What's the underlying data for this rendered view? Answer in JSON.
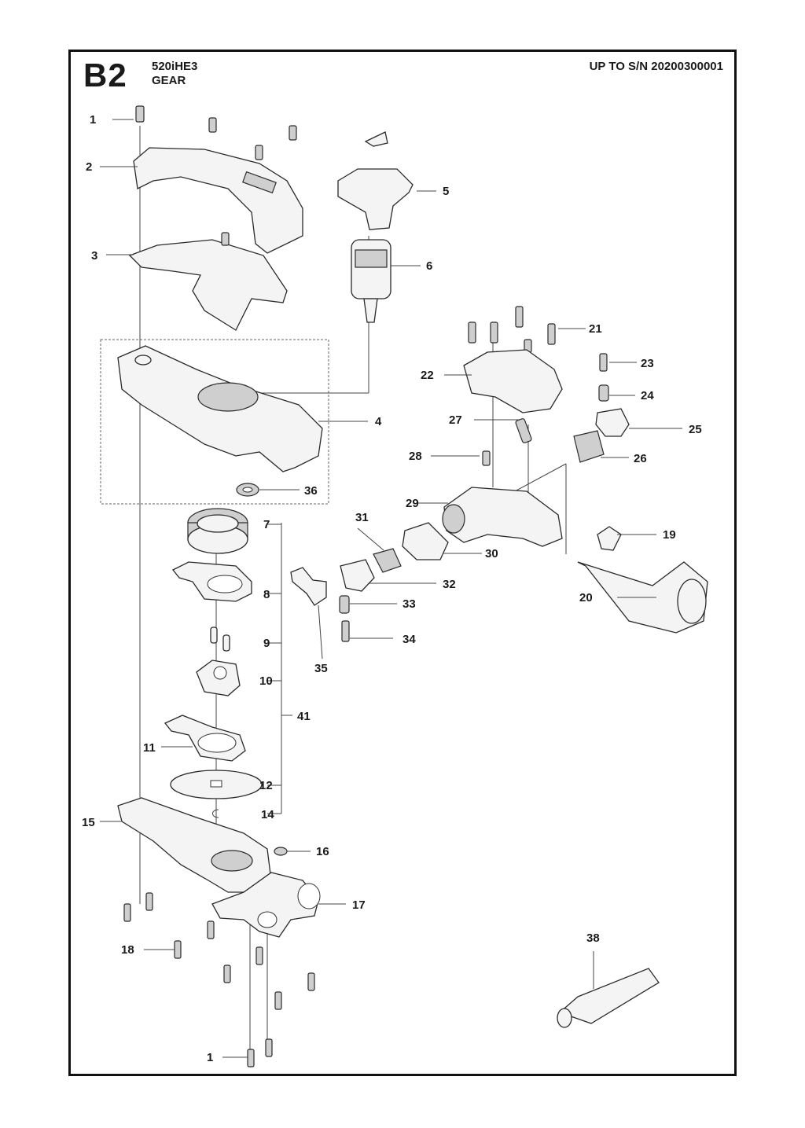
{
  "header": {
    "code": "B2",
    "model": "520iHE3",
    "section": "GEAR",
    "serial": "UP TO S/N 20200300001"
  },
  "callouts": [
    "1",
    "2",
    "3",
    "4",
    "5",
    "6",
    "7",
    "8",
    "9",
    "10",
    "11",
    "12",
    "14",
    "15",
    "16",
    "17",
    "18",
    "19",
    "20",
    "21",
    "22",
    "23",
    "24",
    "25",
    "26",
    "27",
    "28",
    "29",
    "30",
    "31",
    "32",
    "33",
    "34",
    "35",
    "36",
    "38",
    "41",
    "1"
  ]
}
